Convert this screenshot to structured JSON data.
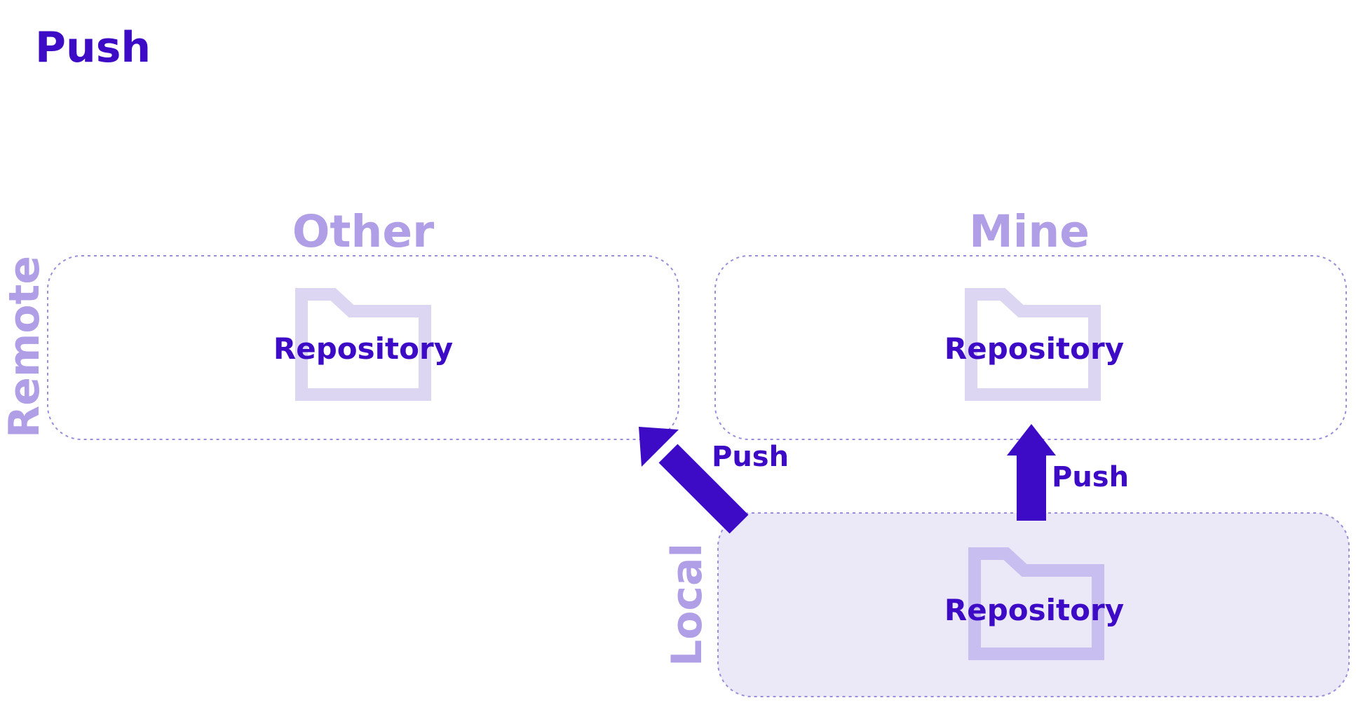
{
  "title": "Push",
  "columns": {
    "other": "Other",
    "mine": "Mine"
  },
  "rows": {
    "remote": "Remote",
    "local": "Local"
  },
  "repositories": {
    "remote_other": "Repository",
    "remote_mine": "Repository",
    "local_mine": "Repository"
  },
  "arrows": {
    "to_other": "Push",
    "to_mine": "Push"
  },
  "icons": {
    "repository": "folder-icon",
    "arrow": "arrow-icon"
  },
  "colors": {
    "accent": "#3d0bc5",
    "label_muted": "#b09fe6",
    "border_dashed": "#9b8ddb",
    "folder_light": "#dcd6f3",
    "folder_local": "#c8bff0",
    "local_fill": "#ebe8f8"
  }
}
